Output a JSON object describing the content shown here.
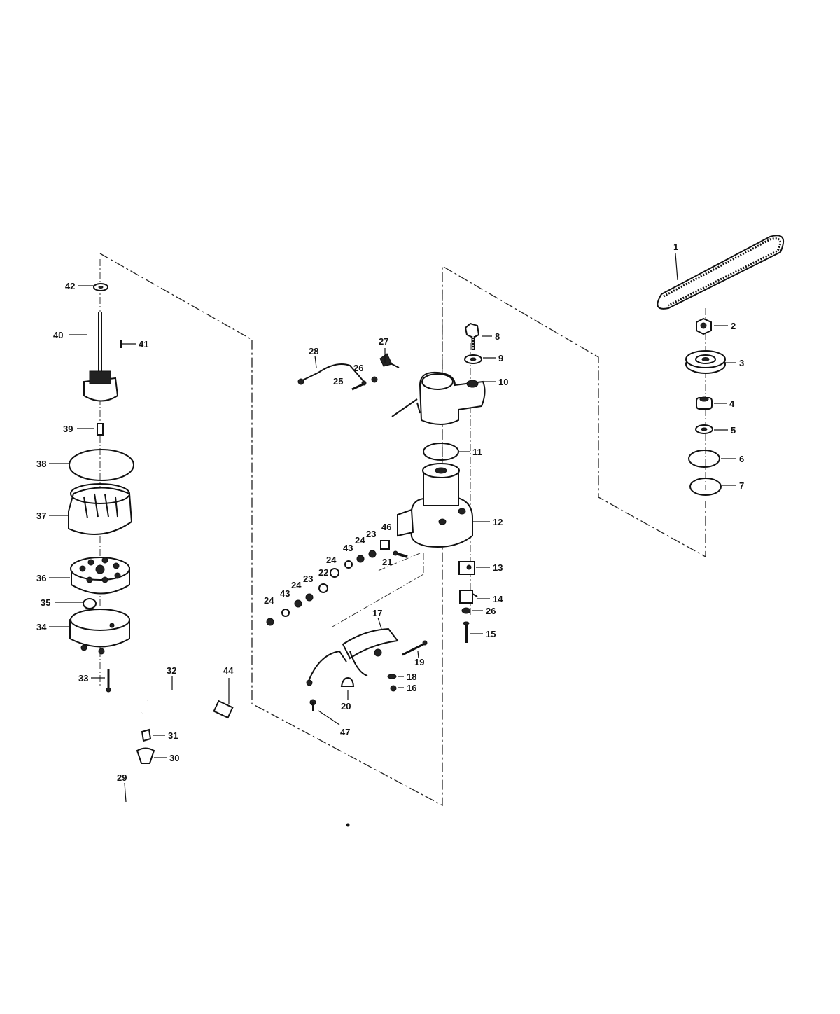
{
  "diagram": {
    "callouts": [
      "1",
      "2",
      "3",
      "4",
      "5",
      "6",
      "7",
      "8",
      "9",
      "10",
      "11",
      "12",
      "13",
      "14",
      "15",
      "16",
      "17",
      "18",
      "19",
      "20",
      "21",
      "22",
      "23",
      "24",
      "25",
      "26",
      "27",
      "28",
      "29",
      "30",
      "31",
      "32",
      "33",
      "34",
      "35",
      "36",
      "37",
      "38",
      "39",
      "40",
      "41",
      "42",
      "43",
      "44",
      "46",
      "47"
    ]
  }
}
